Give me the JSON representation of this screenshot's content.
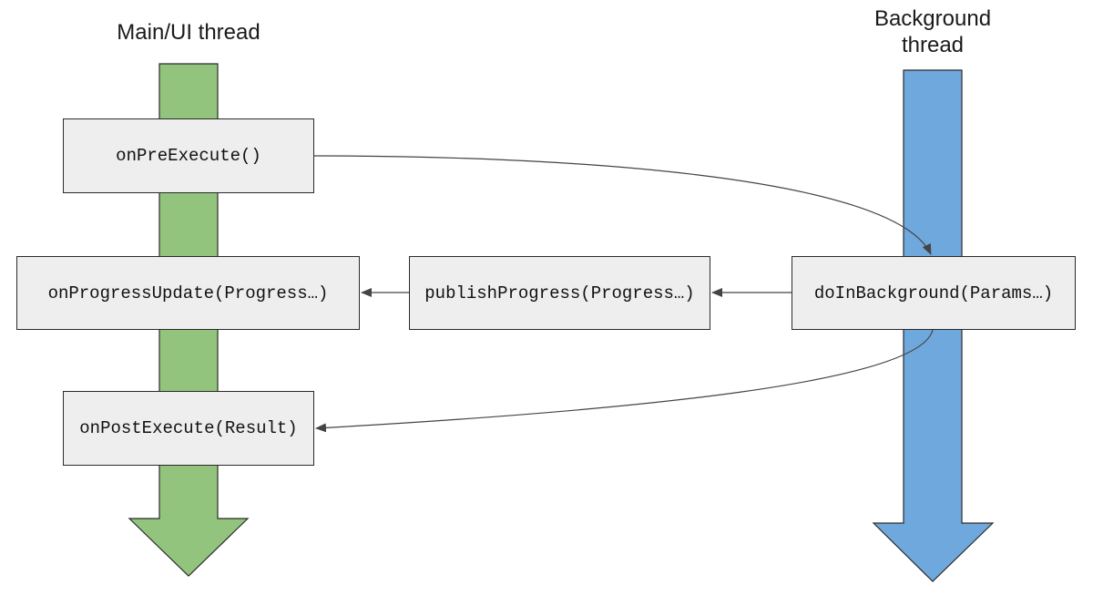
{
  "threads": {
    "main": {
      "title": "Main/UI thread",
      "color": "#93c47d"
    },
    "background": {
      "title_line1": "Background",
      "title_line2": "thread",
      "color": "#6fa8dc"
    }
  },
  "methods": {
    "on_pre_execute": "onPreExecute()",
    "on_progress_update": "onProgressUpdate(Progress…)",
    "publish_progress": "publishProgress(Progress…)",
    "do_in_background": "doInBackground(Params…)",
    "on_post_execute": "onPostExecute(Result)"
  },
  "style": {
    "box_fill": "#eeeeee",
    "stroke": "#2b2b2b",
    "connector": "#444444"
  }
}
